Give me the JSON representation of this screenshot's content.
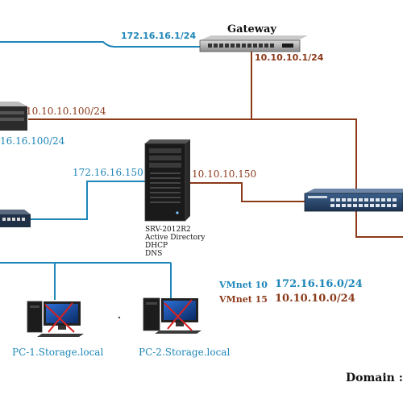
{
  "gateway": {
    "title": "Gateway",
    "ip_lan_a": "172.16.16.1/24",
    "ip_lan_b": "10.10.10.1/24"
  },
  "left_server": {
    "ip_b": "10.10.10.100/24",
    "ip_a": "16.16.100/24"
  },
  "domain_server": {
    "ip_a": "172.16.16.150",
    "ip_b": "10.10.10.150",
    "roles": [
      "SRV-2012R2",
      "Active Directory",
      "DHCP",
      "DNS"
    ]
  },
  "legend": {
    "rows": [
      {
        "name": "VMnet 10",
        "subnet": "172.16.16.0/24",
        "color": "#1e86b8"
      },
      {
        "name": "VMnet 15",
        "subnet": "10.10.10.0/24",
        "color": "#8b3a1a"
      }
    ]
  },
  "clients": [
    {
      "name": "PC-1.Storage.local"
    },
    {
      "name": "PC-2.Storage.local"
    }
  ],
  "footer": {
    "domain_label": "Domain :"
  },
  "colors": {
    "net_a": "#1e86b8",
    "net_b": "#8b3a1a"
  }
}
